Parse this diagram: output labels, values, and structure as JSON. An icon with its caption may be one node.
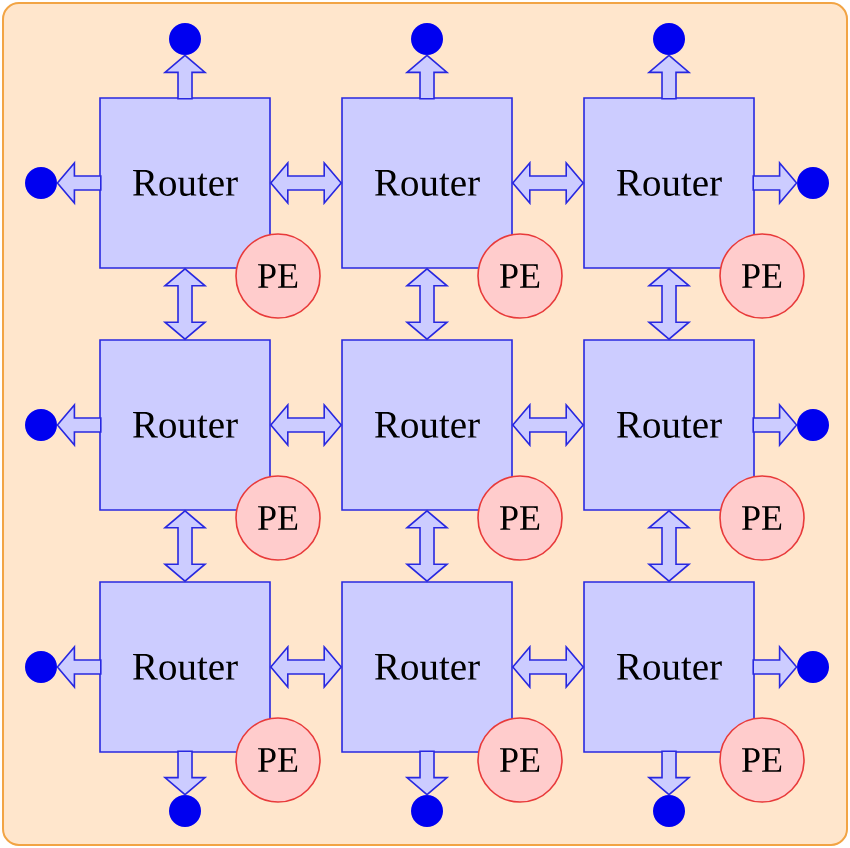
{
  "diagram": {
    "nodes": [
      {
        "text": [],
        "shape": "circle"
      },
      {
        "text": [],
        "shape": "circle"
      },
      {
        "text": [],
        "shape": "circle"
      },
      {
        "text": [],
        "shape": "circle"
      },
      {
        "text": [
          "Router"
        ]
      },
      {
        "text": [
          "PE"
        ]
      },
      {
        "text": [
          "Router"
        ]
      },
      {
        "text": [
          "PE"
        ]
      },
      {
        "text": [
          "Router"
        ]
      },
      {
        "text": [
          "PE"
        ]
      },
      {
        "text": [],
        "shape": "circle"
      },
      {
        "text": [],
        "shape": "circle"
      },
      {
        "text": [
          "Router"
        ]
      },
      {
        "text": [
          "PE"
        ]
      },
      {
        "text": [
          "Router"
        ]
      },
      {
        "text": [
          "PE"
        ]
      },
      {
        "text": [
          "Router"
        ]
      },
      {
        "text": [
          "PE"
        ]
      },
      {
        "text": [],
        "shape": "circle"
      },
      {
        "text": [],
        "shape": "circle"
      },
      {
        "text": [
          "Router"
        ]
      },
      {
        "text": [
          "PE"
        ]
      },
      {
        "text": [
          "Router"
        ]
      },
      {
        "text": [
          "PE"
        ]
      },
      {
        "text": [
          "Router"
        ]
      },
      {
        "text": [
          "PE"
        ]
      },
      {
        "text": [],
        "shape": "circle"
      },
      {
        "text": [],
        "shape": "circle"
      },
      {
        "text": [],
        "shape": "circle"
      },
      {
        "text": [],
        "shape": "circle"
      }
    ],
    "edges": [
      {
        "from": 4,
        "to": 0,
        "arrow": "to"
      },
      {
        "from": 6,
        "to": 1,
        "arrow": "to"
      },
      {
        "from": 8,
        "to": 2,
        "arrow": "to"
      },
      {
        "from": 4,
        "to": 3,
        "arrow": "to"
      },
      {
        "from": 4,
        "to": 6,
        "arrow": "both"
      },
      {
        "from": 6,
        "to": 8,
        "arrow": "both"
      },
      {
        "from": 8,
        "to": 10,
        "arrow": "to"
      },
      {
        "from": 4,
        "to": 12,
        "arrow": "both"
      },
      {
        "from": 6,
        "to": 14,
        "arrow": "both"
      },
      {
        "from": 8,
        "to": 16,
        "arrow": "both"
      },
      {
        "from": 12,
        "to": 11,
        "arrow": "to"
      },
      {
        "from": 12,
        "to": 14,
        "arrow": "both"
      },
      {
        "from": 14,
        "to": 16,
        "arrow": "both"
      },
      {
        "from": 16,
        "to": 18,
        "arrow": "to"
      },
      {
        "from": 12,
        "to": 20,
        "arrow": "both"
      },
      {
        "from": 14,
        "to": 22,
        "arrow": "both"
      },
      {
        "from": 16,
        "to": 24,
        "arrow": "both"
      },
      {
        "from": 20,
        "to": 19,
        "arrow": "to"
      },
      {
        "from": 20,
        "to": 22,
        "arrow": "both"
      },
      {
        "from": 22,
        "to": 24,
        "arrow": "both"
      },
      {
        "from": 24,
        "to": 26,
        "arrow": "to"
      },
      {
        "from": 20,
        "to": 27,
        "arrow": "to"
      },
      {
        "from": 22,
        "to": 28,
        "arrow": "to"
      },
      {
        "from": 24,
        "to": 29,
        "arrow": "to"
      }
    ]
  }
}
